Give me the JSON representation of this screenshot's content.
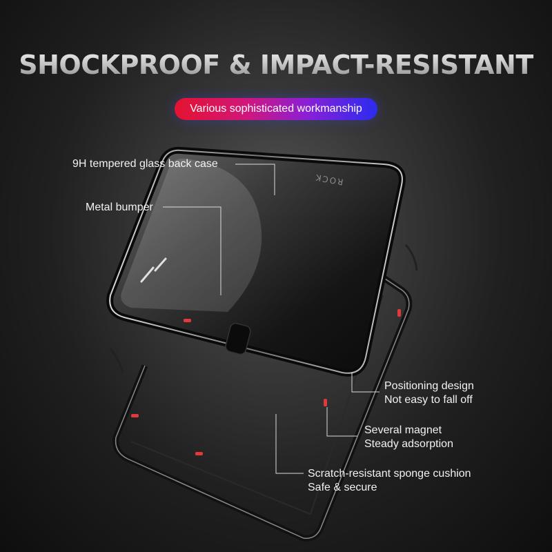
{
  "header": {
    "title": "SHOCKPROOF & IMPACT-RESISTANT",
    "subtitle": "Various sophisticated workmanship"
  },
  "product": {
    "brand_mark": "ROCK"
  },
  "callouts": {
    "glass": {
      "line1": "9H tempered glass back case"
    },
    "bumper": {
      "line1": "Metal bumper"
    },
    "positioning": {
      "line1": "Positioning design",
      "line2": "Not easy to fall off"
    },
    "magnet": {
      "line1": "Several magnet",
      "line2": "Steady adsorption"
    },
    "cushion": {
      "line1": "Scratch-resistant sponge cushion",
      "line2": "Safe & secure"
    }
  },
  "colors": {
    "gradient_start": "#e4132e",
    "gradient_end": "#2b2cf0",
    "headline": "#d8d8d8",
    "label_text": "#f2f2f2",
    "background_center": "#5a5a5a"
  }
}
